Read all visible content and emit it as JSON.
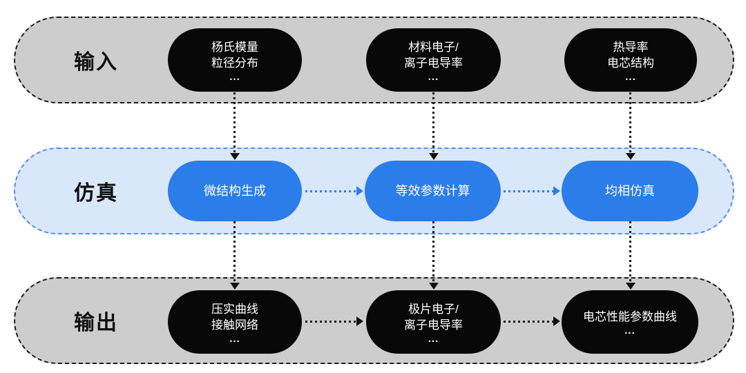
{
  "stages": {
    "input": {
      "label": "输入",
      "nodes": [
        {
          "line1": "杨氏模量",
          "line2": "粒径分布",
          "more": "..."
        },
        {
          "line1": "材料电子/",
          "line2": "离子电导率",
          "more": "..."
        },
        {
          "line1": "热导率",
          "line2": "电芯结构",
          "more": "..."
        }
      ]
    },
    "simulation": {
      "label": "仿真",
      "nodes": [
        {
          "label": "微结构生成"
        },
        {
          "label": "等效参数计算"
        },
        {
          "label": "均相仿真"
        }
      ]
    },
    "output": {
      "label": "输出",
      "nodes": [
        {
          "line1": "压实曲线",
          "line2": "接触网络",
          "more": "..."
        },
        {
          "line1": "极片电子/",
          "line2": "离子电导率",
          "more": "..."
        },
        {
          "line1": "电芯性能参数曲线",
          "more": "..."
        }
      ]
    }
  },
  "colors": {
    "stage_gray_fill": "#cdcdcd",
    "stage_gray_border": "#1a1a1a",
    "stage_blue_fill": "#d9e7fb",
    "stage_blue_border": "#538df2",
    "node_black_fill": "#080808",
    "node_blue_fill": "#2b7de9",
    "node_text": "#ffffff",
    "arrow_black": "#111111",
    "arrow_blue": "#2b7de9"
  }
}
